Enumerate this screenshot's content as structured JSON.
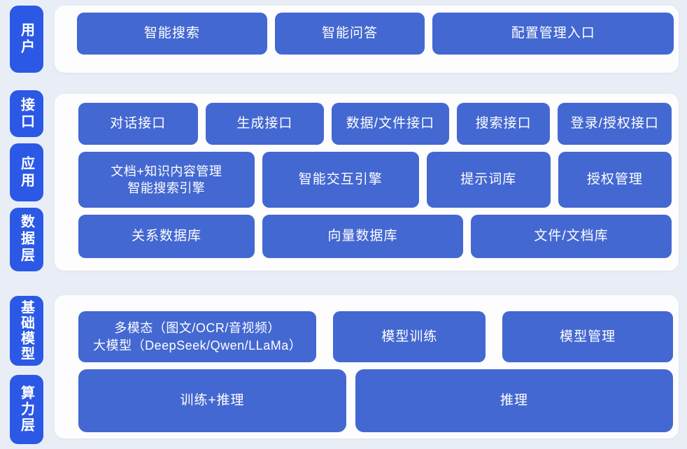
{
  "colors": {
    "layer_label_blue": "#2B59E6",
    "block_blue": "#4468D1",
    "page_background": "#E9EEF6",
    "panel_background": "#FDFDFE",
    "text_white": "#FFFFFF"
  },
  "layers": {
    "user": {
      "label": "用户",
      "buttons": [
        "智能搜索",
        "智能问答",
        "配置管理入口"
      ]
    },
    "middle": {
      "interface_label": "接口",
      "application_label": "应用",
      "data_label": "数据层",
      "interface_row": [
        "对话接口",
        "生成接口",
        "数据/文件接口",
        "搜索接口",
        "登录/授权接口"
      ],
      "application_row": {
        "doc_engine_line1": "文档+知识内容管理",
        "doc_engine_line2": "智能搜索引擎",
        "interaction_engine": "智能交互引擎",
        "prompt_library": "提示词库",
        "auth_management": "授权管理"
      },
      "data_row": [
        "关系数据库",
        "向量数据库",
        "文件/文档库"
      ]
    },
    "bottom": {
      "foundation_label": "基础模型",
      "compute_label": "算力层",
      "model_row": {
        "multimodal_line1": "多模态（图文/OCR/音视频）",
        "multimodal_line2": "大模型（DeepSeek/Qwen/LLaMa）",
        "model_training": "模型训练",
        "model_management": "模型管理"
      },
      "compute_row": [
        "训练+推理",
        "推理"
      ]
    }
  }
}
